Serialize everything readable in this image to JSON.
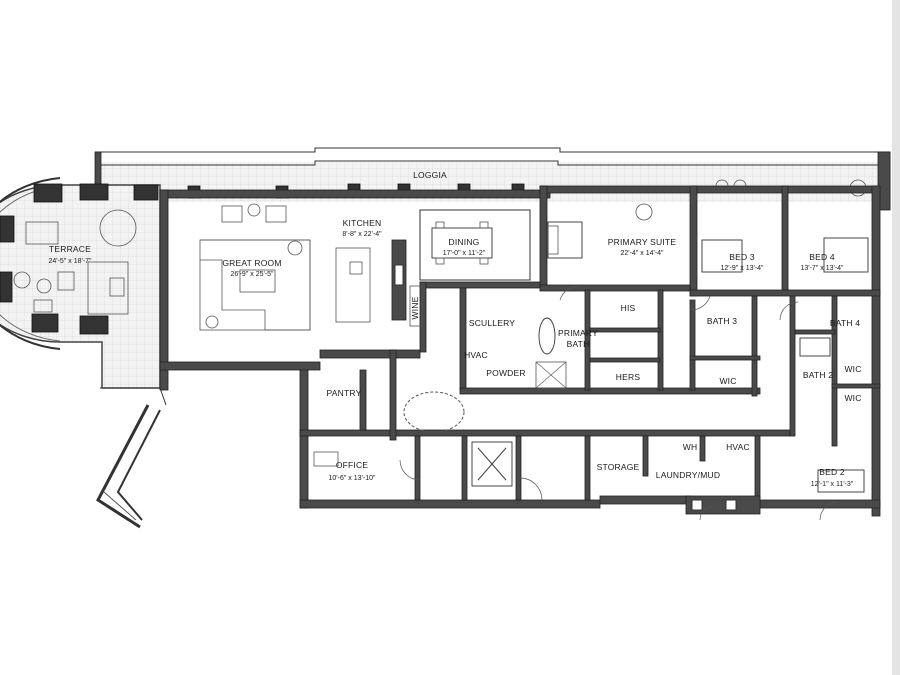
{
  "rooms": {
    "loggia": {
      "name": "LOGGIA"
    },
    "terrace": {
      "name": "TERRACE",
      "size": "24'-5\" x 18'-7\""
    },
    "kitchen": {
      "name": "KITCHEN",
      "size": "8'-8\" x 22'-4\""
    },
    "great_room": {
      "name": "GREAT ROOM",
      "size": "26'-9\" x 25'-5\""
    },
    "dining": {
      "name": "DINING",
      "size": "17'-0\" x 11'-2\""
    },
    "primary_suite": {
      "name": "PRIMARY SUITE",
      "size": "22'-4\" x 14'-4\""
    },
    "bed3": {
      "name": "BED 3",
      "size": "12'-9\" x 13'-4\""
    },
    "bed4": {
      "name": "BED 4",
      "size": "13'-7\" x 13'-4\""
    },
    "bed2": {
      "name": "BED 2",
      "size": "12'-1\" x 11'-3\""
    },
    "office": {
      "name": "OFFICE",
      "size": "10'-6\" x 13'-10\""
    },
    "wine": {
      "name": "WINE"
    },
    "scullery": {
      "name": "SCULLERY"
    },
    "hvac_a": {
      "name": "HVAC"
    },
    "hvac_b": {
      "name": "HVAC"
    },
    "powder": {
      "name": "POWDER"
    },
    "primary_bath": {
      "name": "PRIMARY BATH"
    },
    "his": {
      "name": "HIS"
    },
    "hers": {
      "name": "HERS"
    },
    "bath3": {
      "name": "BATH 3"
    },
    "bath4": {
      "name": "BATH 4"
    },
    "bath2": {
      "name": "BATH 2"
    },
    "wic_a": {
      "name": "WIC"
    },
    "wic_b": {
      "name": "WIC"
    },
    "wic_c": {
      "name": "WIC"
    },
    "pantry": {
      "name": "PANTRY"
    },
    "storage": {
      "name": "STORAGE"
    },
    "laundry": {
      "name": "LAUNDRY/MUD"
    },
    "wh": {
      "name": "WH"
    }
  }
}
